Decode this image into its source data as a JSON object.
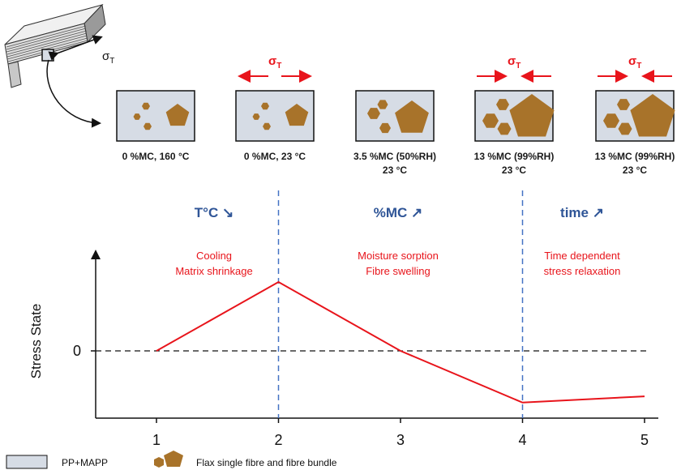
{
  "sigma_label": "σ",
  "sigma_sub": "T",
  "stages": [
    {
      "caption_lines": [
        "0 %MC, 160 °C"
      ],
      "arrow": "none"
    },
    {
      "caption_lines": [
        "0 %MC, 23 °C"
      ],
      "arrow": "tension"
    },
    {
      "caption_lines": [
        "3.5 %MC (50%RH)",
        "23 °C"
      ],
      "arrow": "none"
    },
    {
      "caption_lines": [
        "13 %MC (99%RH)",
        "23 °C"
      ],
      "arrow": "compression"
    },
    {
      "caption_lines": [
        "13 %MC (99%RH)",
        "23 °C"
      ],
      "arrow": "compression"
    }
  ],
  "phases": [
    {
      "title": "T°C ↘",
      "note_lines": [
        "Cooling",
        "Matrix shrinkage"
      ]
    },
    {
      "title": "%MC ↗",
      "note_lines": [
        "Moisture sorption",
        "Fibre swelling"
      ]
    },
    {
      "title": "time ↗",
      "note_lines": [
        "Time dependent",
        "stress relaxation"
      ]
    }
  ],
  "chart_data": {
    "type": "line",
    "ylabel": "Stress State",
    "xticks": [
      "1",
      "2",
      "3",
      "4",
      "5"
    ],
    "ytick_label": "0",
    "series": [
      {
        "x": [
          1,
          2,
          3,
          4,
          5
        ],
        "y": [
          0,
          1.0,
          0,
          -0.75,
          -0.66
        ]
      }
    ],
    "reference_line_y": 0,
    "phase_dividers_x": [
      2,
      4
    ],
    "colors": {
      "line": "#e8141b",
      "divider": "#4472c4",
      "phase_text": "#2f5597",
      "note": "#e8141b"
    }
  },
  "legend": {
    "matrix_label": "PP+MAPP",
    "fibre_label": "Flax single fibre and fibre bundle"
  },
  "colors": {
    "matrix_fill": "#d6dce5",
    "fibre_fill": "#a8732a",
    "sigma": "#e8141b"
  }
}
